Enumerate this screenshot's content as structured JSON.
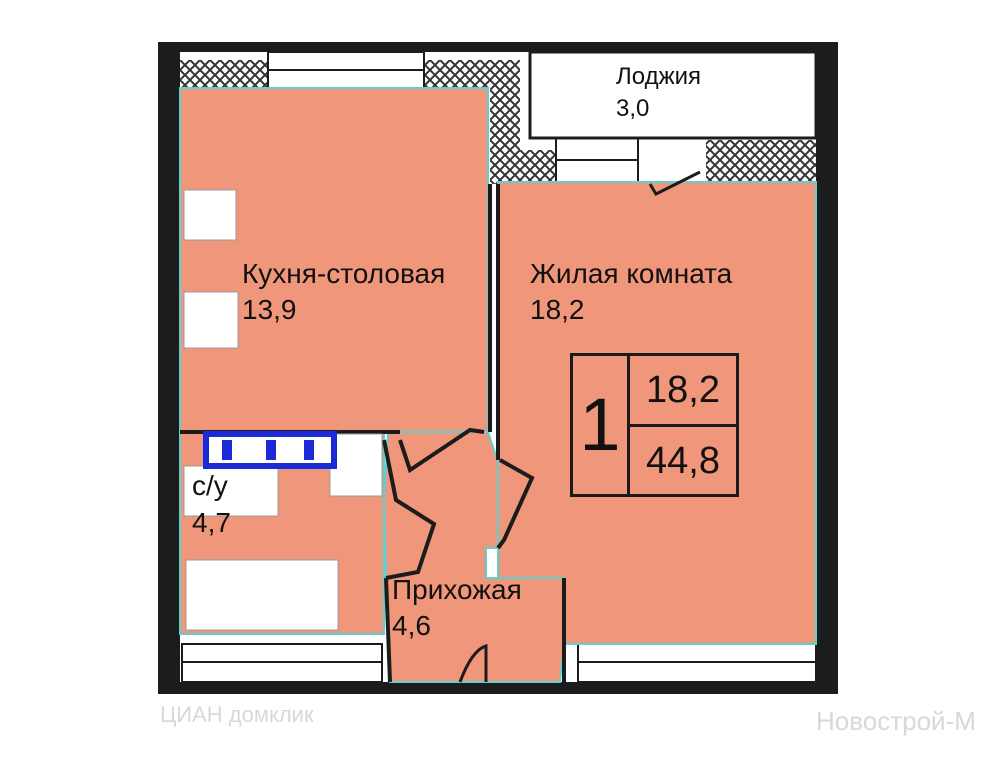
{
  "rooms": {
    "loggia": {
      "name": "Лоджия",
      "area": "3,0"
    },
    "kitchen": {
      "name": "Кухня-столовая",
      "area": "13,9"
    },
    "living": {
      "name": "Жилая комната",
      "area": "18,2"
    },
    "bathroom": {
      "name": "с/у",
      "area": "4,7"
    },
    "hallway": {
      "name": "Прихожая",
      "area": "4,6"
    }
  },
  "summary": {
    "room_count": "1",
    "living_area": "18,2",
    "total_area": "44,8"
  },
  "watermarks": {
    "left": "ЦИАН домклик",
    "right": "Новострой-М"
  },
  "colors": {
    "room_fill": "#f0967a",
    "wall": "#1c1c1c",
    "wall_hatch": "#333333",
    "outline": "#5fd0d0",
    "plumbing": "#1a2ad6"
  }
}
